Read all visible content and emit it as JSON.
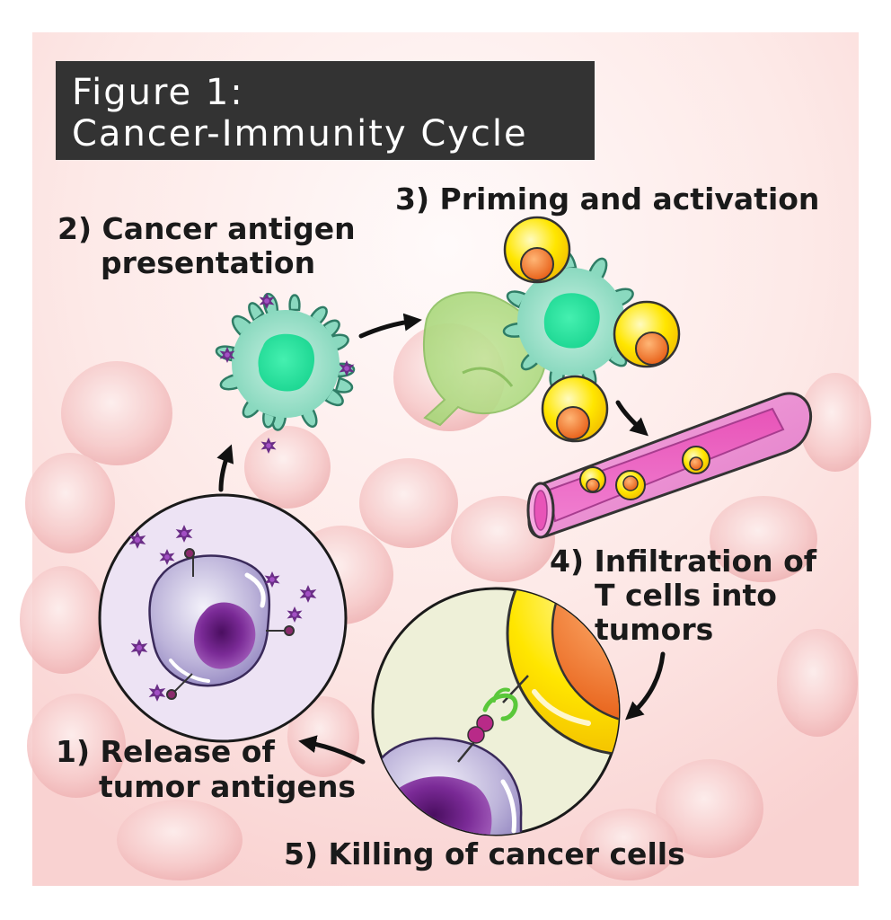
{
  "title": {
    "line1": "Figure 1:",
    "line2": "Cancer-Immunity Cycle"
  },
  "steps": {
    "step1": {
      "line1": "1) Release of",
      "line2": "tumor antigens"
    },
    "step2": {
      "line1": "2) Cancer antigen",
      "line2": "presentation"
    },
    "step3": {
      "line1": "3) Priming and activation"
    },
    "step4": {
      "line1": "4) Infiltration of",
      "line2": "T cells into",
      "line3": "tumors"
    },
    "step5": {
      "line1": "5) Killing of cancer cells"
    }
  },
  "colors": {
    "background": "#fbe4e2",
    "title_box": "#333333",
    "dendritic_cell": "#7fd6bb",
    "dendritic_nucleus": "#2ee8a0",
    "t_cell_outer": "#ffe600",
    "t_cell_inner": "#f07a1c",
    "blood_vessel": "#e878c8",
    "cancer_cell": "#b9b0d8",
    "cancer_nucleus": "#6a1f86",
    "antigen": "#6b2e87"
  },
  "icons": {
    "arrow": "curved-arrow-icon"
  }
}
